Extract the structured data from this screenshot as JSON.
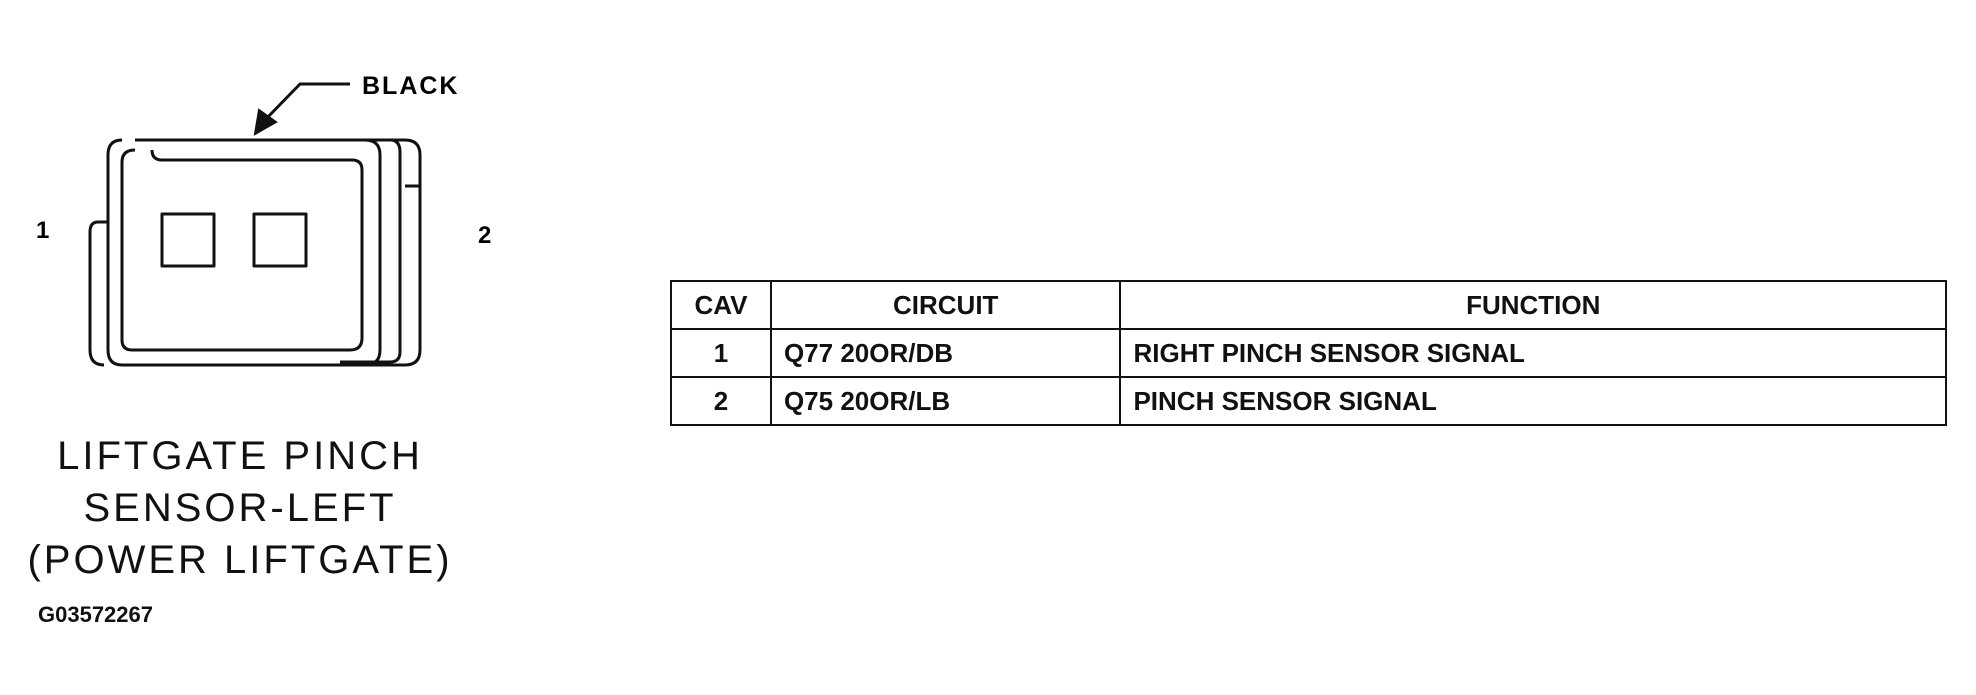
{
  "connector": {
    "color_label": "BLACK",
    "pin_left": "1",
    "pin_right": "2"
  },
  "caption": {
    "line1": "LIFTGATE PINCH",
    "line2": "SENSOR-LEFT",
    "line3": "(POWER LIFTGATE)"
  },
  "figure_id": "G03572267",
  "table": {
    "headers": [
      "CAV",
      "CIRCUIT",
      "FUNCTION"
    ],
    "rows": [
      {
        "cav": "1",
        "circuit": "Q77 20OR/DB",
        "function": "RIGHT PINCH SENSOR SIGNAL"
      },
      {
        "cav": "2",
        "circuit": "Q75 20OR/LB",
        "function": "PINCH SENSOR SIGNAL"
      }
    ]
  }
}
